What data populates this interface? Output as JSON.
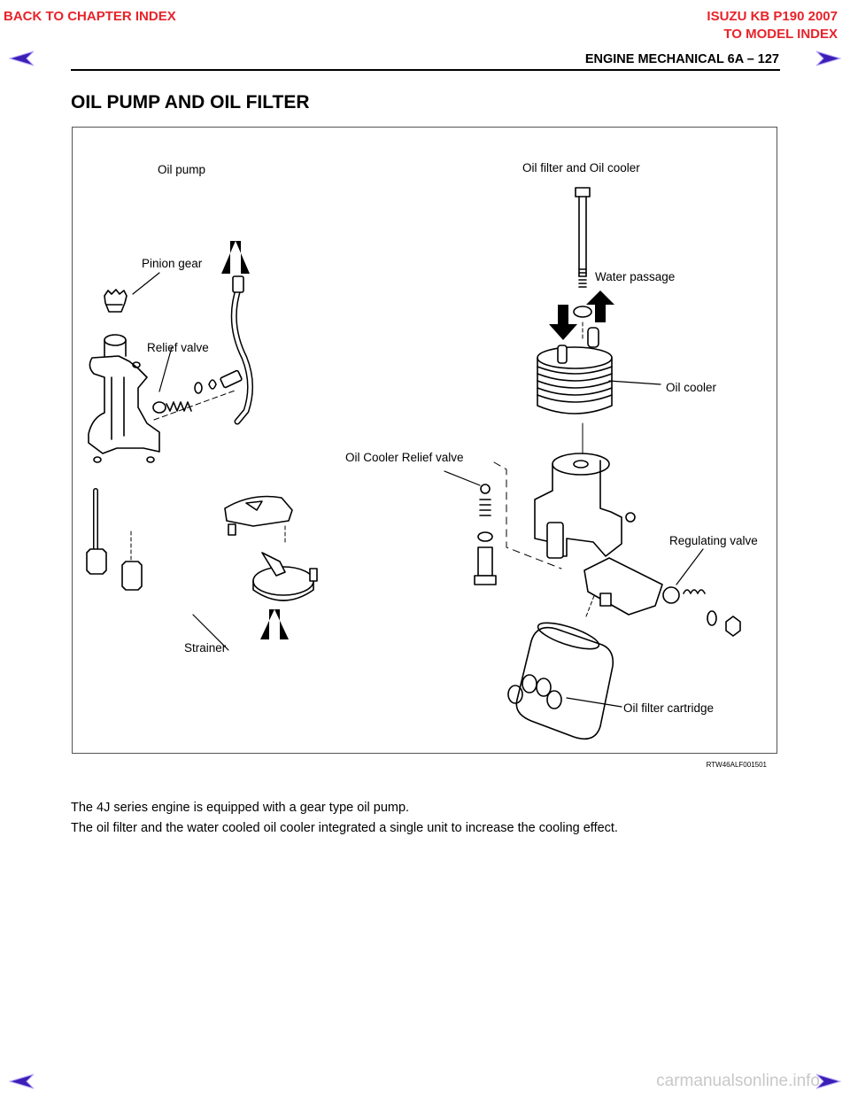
{
  "nav": {
    "back_chapter": "BACK TO CHAPTER INDEX",
    "model_title": "ISUZU KB P190 2007",
    "to_model": "TO MODEL INDEX"
  },
  "header": {
    "section": "ENGINE MECHANICAL   6A – 127"
  },
  "page_title": "OIL PUMP AND OIL FILTER",
  "figure": {
    "labels": {
      "oil_pump": "Oil pump",
      "pinion_gear": "Pinion gear",
      "relief_valve": "Relief valve",
      "strainer": "Strainer",
      "oil_filter_and_cooler": "Oil filter and Oil cooler",
      "water_passage": "Water passage",
      "oil_cooler": "Oil cooler",
      "oil_cooler_relief_valve": "Oil Cooler Relief valve",
      "regulating_valve": "Regulating valve",
      "oil_filter_cartridge": "Oil filter cartridge"
    },
    "figure_id": "RTW46ALF001501"
  },
  "body": {
    "para1": "The 4J series engine is equipped with a gear type oil pump.",
    "para2": "The oil filter and the water cooled oil cooler integrated a single unit to increase the cooling effect."
  },
  "colors": {
    "nav_red": "#e8232a",
    "arrow_purple": "#3b1fb5"
  },
  "watermark": "carmanualsonline.info"
}
